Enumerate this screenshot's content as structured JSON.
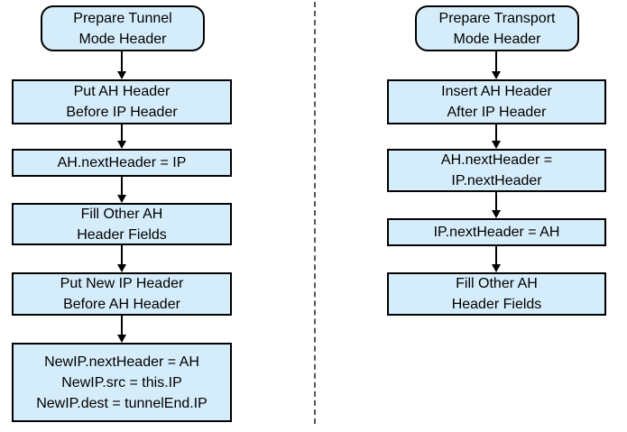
{
  "colors": {
    "box_fill": "#d5edfa",
    "box_border": "#000000",
    "divider": "#595959",
    "arrow": "#000000"
  },
  "flows": [
    {
      "id": "tunnel-mode",
      "start": {
        "lines": [
          "Prepare Tunnel",
          "Mode Header"
        ]
      },
      "steps": [
        {
          "lines": [
            "Put AH Header",
            "Before IP Header"
          ]
        },
        {
          "lines": [
            "AH.nextHeader = IP"
          ]
        },
        {
          "lines": [
            "Fill Other AH",
            "Header Fields"
          ]
        },
        {
          "lines": [
            "Put New IP Header",
            "Before AH Header"
          ]
        },
        {
          "lines": [
            "NewIP.nextHeader = AH",
            "NewIP.src = this.IP",
            "NewIP.dest = tunnelEnd.IP"
          ]
        }
      ]
    },
    {
      "id": "transport-mode",
      "start": {
        "lines": [
          "Prepare Transport",
          "Mode Header"
        ]
      },
      "steps": [
        {
          "lines": [
            "Insert AH Header",
            "After IP Header"
          ]
        },
        {
          "lines": [
            "AH.nextHeader =",
            "IP.nextHeader"
          ]
        },
        {
          "lines": [
            "IP.nextHeader = AH"
          ]
        },
        {
          "lines": [
            "Fill Other AH",
            "Header Fields"
          ]
        }
      ]
    }
  ]
}
